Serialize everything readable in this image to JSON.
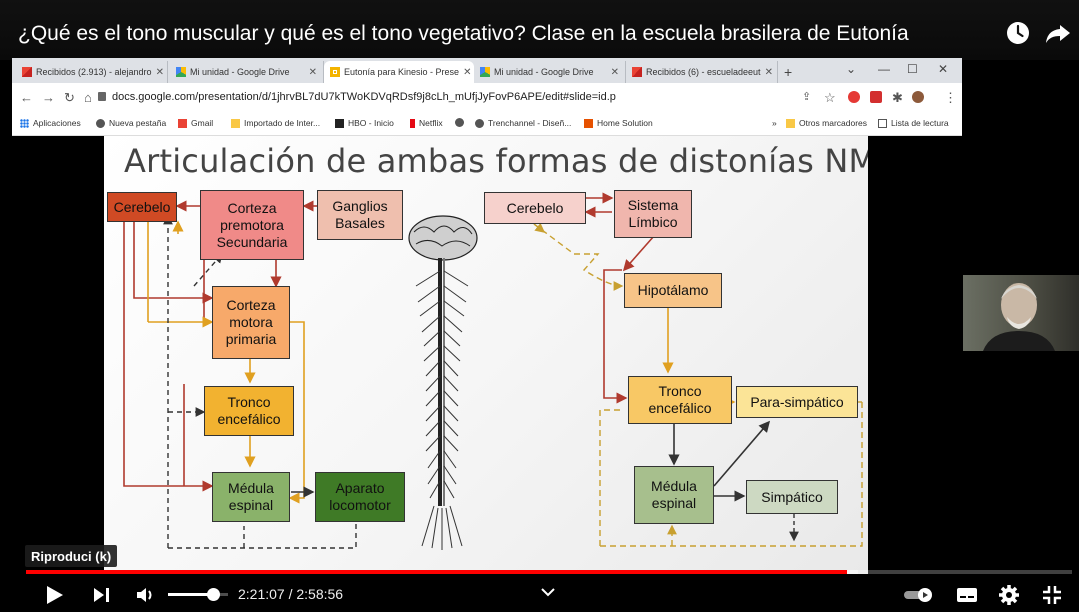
{
  "video": {
    "title": "¿Qué es el tono muscular y qué es el tono vegetativo? Clase en la escuela brasilera de Eutonía",
    "watch_later_icon": "clock-icon",
    "share_icon": "share-arrow-icon"
  },
  "browser": {
    "tabs": [
      {
        "label": "Recibidos (2.913) - alejandro",
        "icon": "gmail-icon"
      },
      {
        "label": "Mi unidad - Google Drive",
        "icon": "drive-icon"
      },
      {
        "label": "Eutonía para Kinesio - Prese",
        "icon": "slides-icon",
        "active": true
      },
      {
        "label": "Mi unidad - Google Drive",
        "icon": "drive-icon"
      },
      {
        "label": "Recibidos (6) - escueladeeut",
        "icon": "gmail-icon"
      }
    ],
    "url": "docs.google.com/presentation/d/1jhrvBL7dU7kTWoKDVqRDsf9j8cLh_mUfjJyFovP6APE/edit#slide=id.p",
    "bookmarks": [
      "Aplicaciones",
      "Nueva pestaña",
      "Gmail",
      "Importado de Inter...",
      "HBO - Inicio",
      "Netflix",
      "",
      "Trenchannel - Diseñ...",
      "Home Solution"
    ],
    "bookmarks_more": "»",
    "other_bookmarks": "Otros marcadores",
    "reading_list": "Lista de lectura"
  },
  "slide": {
    "title": "Articulación de ambas formas de distonías NM y NV",
    "boxes": {
      "cerebelo_l": "Cerebelo",
      "corteza_pre": "Corteza\npremotora\nSecundaria",
      "ganglios": "Ganglios\nBasales",
      "corteza_mot": "Corteza\nmotora\nprimaria",
      "tronco_l": "Tronco\nencefálico",
      "medula_l": "Médula\nespinal",
      "aparato": "Aparato\nlocomotor",
      "cerebelo_r": "Cerebelo",
      "sistema": "Sistema\nLímbico",
      "hipotalamo": "Hipotálamo",
      "tronco_r": "Tronco\nencefálico",
      "parasimpatico": "Para-simpático",
      "medula_r": "Médula\nespinal",
      "simpatico": "Simpático"
    },
    "colors": {
      "cerebelo_l": "#d04a24",
      "corteza_pre": "#f08a88",
      "ganglios": "#efbfae",
      "corteza_mot": "#f7a96a",
      "tronco_l": "#f2b230",
      "medula_l": "#8ab26a",
      "aparato": "#3f7a26",
      "cerebelo_r": "#f6d1cc",
      "sistema": "#f0b6ad",
      "hipotalamo": "#f7c488",
      "tronco_r": "#f8c865",
      "parasimpatico": "#fbe497",
      "medula_r": "#a7bf8d",
      "simpatico": "#cdd9c2"
    }
  },
  "player": {
    "tooltip": "Riproduci (k)",
    "time": "2:21:07 / 2:58:56",
    "progress_played": 0.785,
    "progress_buffered": 0.795,
    "volume_level": 0.75,
    "chevron_icon": "chevron-down-icon",
    "accent_color": "#ff0000"
  }
}
